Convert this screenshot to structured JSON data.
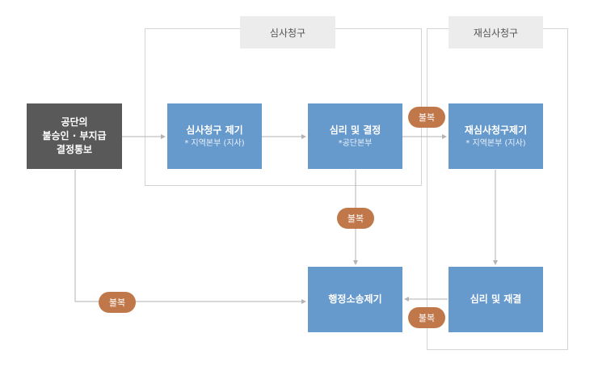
{
  "sections": {
    "review": "심사청구",
    "re_review": "재심사청구"
  },
  "boxes": {
    "notice": "공단의\n불승인 · 부지급\n결정통보",
    "review_request": {
      "title": "심사청구 제기",
      "sub": "* 지역본부 (지사)"
    },
    "review_decision": {
      "title": "심리 및 결정",
      "sub": "*공단본부"
    },
    "re_review_request": {
      "title": "재심사청구제기",
      "sub": "* 지역본부 (지사)"
    },
    "re_review_decision": {
      "title": "심리 및 재결"
    },
    "lawsuit": {
      "title": "행정소송제기"
    }
  },
  "badges": {
    "objection_1": "불복",
    "objection_2": "불복",
    "objection_3": "불복",
    "objection_4": "불복"
  },
  "colors": {
    "box_blue": "#6699cc",
    "box_dark": "#595959",
    "badge": "#c0784a",
    "arrow": "#b3b3b3"
  }
}
